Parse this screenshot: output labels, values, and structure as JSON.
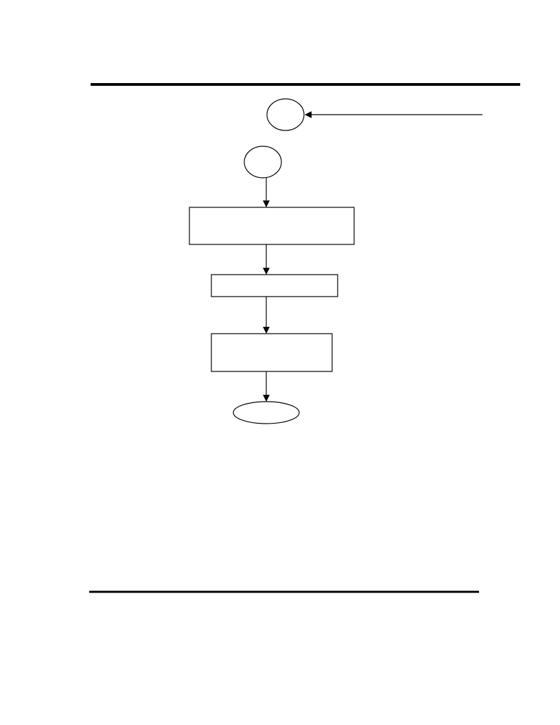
{
  "diagram": {
    "type": "flowchart",
    "nodes": [
      {
        "id": "entry-connector",
        "shape": "circle",
        "label": ""
      },
      {
        "id": "start-connector",
        "shape": "circle",
        "label": ""
      },
      {
        "id": "process-1",
        "shape": "rectangle",
        "label": ""
      },
      {
        "id": "process-2",
        "shape": "rectangle",
        "label": ""
      },
      {
        "id": "process-3",
        "shape": "rectangle",
        "label": ""
      },
      {
        "id": "terminator",
        "shape": "ellipse",
        "label": ""
      }
    ],
    "edges": [
      {
        "from": "external",
        "to": "entry-connector"
      },
      {
        "from": "start-connector",
        "to": "process-1"
      },
      {
        "from": "process-1",
        "to": "process-2"
      },
      {
        "from": "process-2",
        "to": "process-3"
      },
      {
        "from": "process-3",
        "to": "terminator"
      }
    ],
    "colors": {
      "stroke": "#000000",
      "fill": "#ffffff"
    }
  }
}
